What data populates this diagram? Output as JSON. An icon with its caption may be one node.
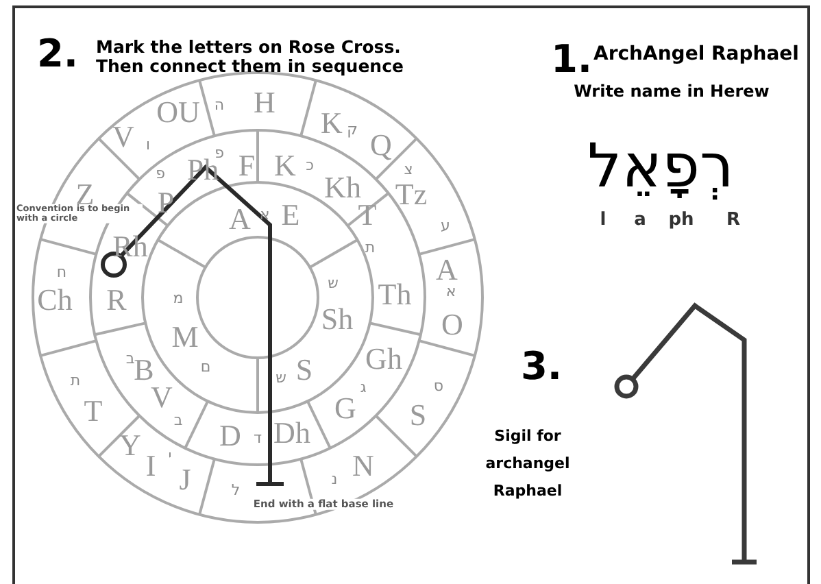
{
  "diagram": {
    "labels": [
      "2.",
      "Mark the letters on Rose Cross. Then connect them in sequence",
      "1.",
      "ArchAngel Raphael",
      "Write name in Herew",
      "רְפָאֵל",
      "l",
      "a",
      "ph",
      "R",
      "H",
      "ה",
      "OU",
      "V",
      "ו",
      "K",
      "ק",
      "Q",
      "פ",
      "F",
      "K",
      "כ",
      "פ",
      "Ph",
      "Z",
      "Kh",
      "צ",
      "Tz",
      "P",
      "A",
      "א",
      "E",
      "T",
      "ע",
      "Rh",
      "ח",
      "ת",
      "A",
      "ש",
      "א",
      "Ch",
      "R",
      "מ",
      "Th",
      "Sh",
      "O",
      "M",
      "ב",
      "B",
      "Gh",
      "ש",
      "S",
      "ם",
      "ס",
      "ת",
      "ג",
      "T",
      "V",
      "G",
      "S",
      "ב",
      "D",
      "ד",
      "Dh",
      "Y",
      "י",
      "I",
      "J",
      "N",
      "נ",
      "ל",
      "Convention is to begin with a circle",
      "3.",
      "Sigil for archangel Raphael",
      "End with a flat base line"
    ]
  }
}
